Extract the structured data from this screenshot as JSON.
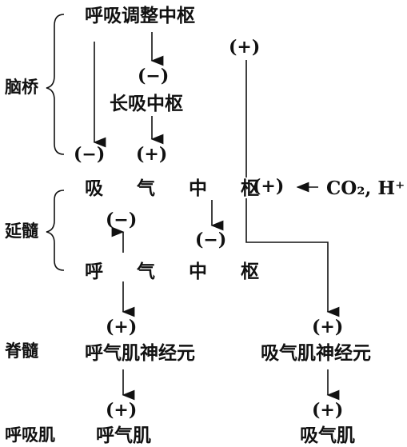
{
  "diagram": {
    "regions": {
      "pons": "脑桥",
      "medulla": "延髓",
      "spinal_cord": "脊髓",
      "resp_muscles": "呼吸肌"
    },
    "nodes": {
      "pneumotaxic_center": "呼吸调整中枢",
      "apneustic_center": "长吸中枢",
      "inspiratory_center": "吸 气 中 枢",
      "expiratory_center": "呼 气 中 枢",
      "expiratory_motor_neurons": "呼气肌神经元",
      "inspiratory_motor_neurons": "吸气肌神经元",
      "expiratory_muscle": "呼气肌",
      "inspiratory_muscle": "吸气肌",
      "stimulus": "CO₂, H⁺"
    },
    "signs": {
      "minus": "(−)",
      "plus": "(+)"
    }
  }
}
